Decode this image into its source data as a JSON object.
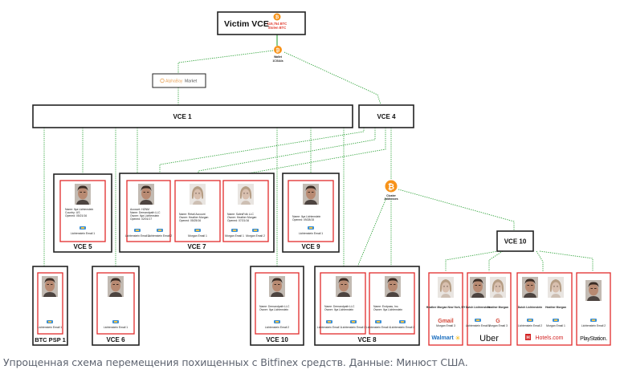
{
  "colors": {
    "connector": "#2fa33a",
    "card_border": "#e12b2b",
    "box_border": "#2b2b2b",
    "bitcoin": "#f7931a",
    "caption": "#5e6470"
  },
  "nodes": {
    "victim": {
      "label": "Victim VCE",
      "amount": "119,754 BTC",
      "amount_note": "Stolen BTC",
      "icon": "bitcoin-icon"
    },
    "wallet": {
      "label": "Wallet",
      "sub": "1CGA4s",
      "icon": "bitcoin-icon"
    },
    "market": {
      "label": "AlphaBay",
      "label_suffix": "Market"
    },
    "vce1": {
      "label": "VCE 1"
    },
    "vce4": {
      "label": "VCE 4"
    },
    "cluster": {
      "label": "Cluster",
      "sub": "Addresses",
      "icon": "bitcoin-icon"
    },
    "vce5": {
      "label": "VCE 5"
    },
    "vce7": {
      "label": "VCE 7"
    },
    "vce9": {
      "label": "VCE 9"
    },
    "vce10_top": {
      "label": "VCE 10"
    },
    "btc_psp1": {
      "label": "BTC PSP 1"
    },
    "vce6": {
      "label": "VCE 6"
    },
    "vce10_bottom": {
      "label": "VCE 10"
    },
    "vce8": {
      "label": "VCE 8"
    }
  },
  "cards": {
    "vce5": {
      "lines": [
        "Name:  Ilya Lichtenstein",
        "Country:  US",
        "Opened:  05/21/16"
      ],
      "accounts": [
        "Lichtenstein Email 1"
      ]
    },
    "vce7a": {
      "lines": [
        "Account:  HZNM",
        "Name:  Demandpath LLC",
        "Owner:  Ilya Lichtenstein",
        "Opened:  02/01/17"
      ],
      "accounts": [
        "Lichtenstein Email 1",
        "Lichtenstein Email 2"
      ]
    },
    "vce7b": {
      "lines": [
        "Name:  Retail Account",
        "Owner:  Heather Morgan",
        "Opened:  05/25/16"
      ],
      "accounts": [
        "Morgan Email 1"
      ]
    },
    "vce7c": {
      "lines": [
        "Name:  SalesFolk LLC",
        "Owner:  Heather Morgan",
        "Opened:  07/21/16"
      ],
      "accounts": [
        "Morgan Email 1",
        "Morgan Email 2"
      ]
    },
    "vce9": {
      "lines": [
        "Name:  Ilya Lichtenstein",
        "Opened:  09/28/15"
      ],
      "accounts": [
        "Lichtenstein Email 1"
      ]
    },
    "psp1": {
      "lines": [],
      "accounts": [
        "Lichtenstein Email 1"
      ]
    },
    "vce6": {
      "lines": [],
      "accounts": [
        "Lichtenstein Email 1"
      ]
    },
    "vce10b": {
      "lines": [
        "Name:  Demandpath LLC",
        "Owner:  Ilya Lichtenstein"
      ],
      "accounts": [
        "Lichtenstein Email 2"
      ]
    },
    "vce8a": {
      "lines": [
        "Name:  Demandpath LLC",
        "Owner:  Ilya Lichtenstein"
      ],
      "accounts": [
        "Lichtenstein Email 1",
        "Lichtenstein Email 2"
      ]
    },
    "vce8b": {
      "lines": [
        "Name:  Endpass, Inc.",
        "Owner:  Ilya Lichtenstein"
      ],
      "accounts": [
        "Lichtenstein Email 4",
        "Lichtenstein Email 2"
      ]
    },
    "walmart": {
      "names": [
        "Heather Morgan New York, NY"
      ],
      "accounts": [
        "Morgan Email 3"
      ],
      "brand": "Walmart"
    },
    "uber": {
      "names": [
        "Dutch Lichtenstein",
        "Heather Morgan"
      ],
      "accounts": [
        "Lichtenstein Email 1",
        "Morgan Email 3"
      ],
      "brand": "Uber"
    },
    "hotels": {
      "names": [
        "Dutch Lichtenstein",
        "Heather Morgan"
      ],
      "accounts": [
        "Lichtenstein Email 2",
        "Morgan Email 1"
      ],
      "brand": "Hotels.com"
    },
    "playstation": {
      "names": [],
      "accounts": [
        "Lichtenstein Email 2"
      ],
      "brand": "PlayStation."
    }
  },
  "email_brands": {
    "gmail": "Gmail"
  },
  "caption": "Упрощенная схема перемещения похищенных с Bitfinex средств. Данные: Минюст США."
}
